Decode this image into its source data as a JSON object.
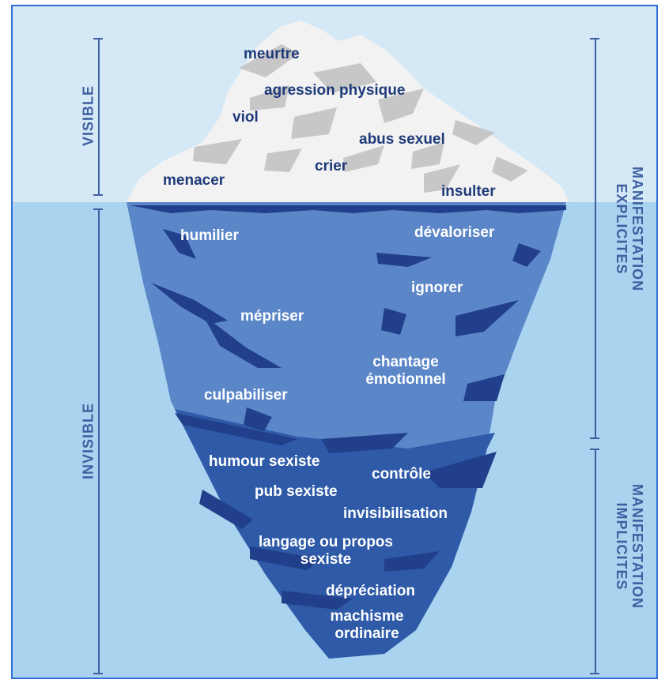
{
  "left_axis": {
    "visible": "VISIBLE",
    "invisible": "INVISIBLE"
  },
  "right_axis": {
    "explicit": [
      "MANIFESTATION",
      "EXPLICITES"
    ],
    "implicit": [
      "MANIFESTATION",
      "IMPLICITES"
    ]
  },
  "tip_labels": {
    "meurtre": "meurtre",
    "agression": "agression physique",
    "viol": "viol",
    "abus": "abus sexuel",
    "crier": "crier",
    "menacer": "menacer",
    "insulter": "insulter"
  },
  "middle_labels": {
    "humilier": "humilier",
    "devaloriser": "dévaloriser",
    "ignorer": "ignorer",
    "mepriser": "mépriser",
    "chantage_1": "chantage",
    "chantage_2": "émotionnel",
    "culpabiliser": "culpabiliser"
  },
  "deep_labels": {
    "humour": "humour sexiste",
    "controle": "contrôle",
    "pub": "pub sexiste",
    "invisibilisation": "invisibilisation",
    "langage_1": "langage ou propos",
    "langage_2": "sexiste",
    "depreciation": "dépréciation",
    "machisme_1": "machisme",
    "machisme_2": "ordinaire"
  },
  "colors": {
    "sky": "#d4e8f6",
    "sea": "#a9d3ee",
    "tip": "#f2f2f2",
    "tip_shadow": "#c7c7c7",
    "mid": "#5b86c8",
    "deep": "#2e5aa8",
    "crevasse": "#213f8a",
    "text_dark": "#1f3a7a",
    "axis": "#3d5fa0"
  }
}
